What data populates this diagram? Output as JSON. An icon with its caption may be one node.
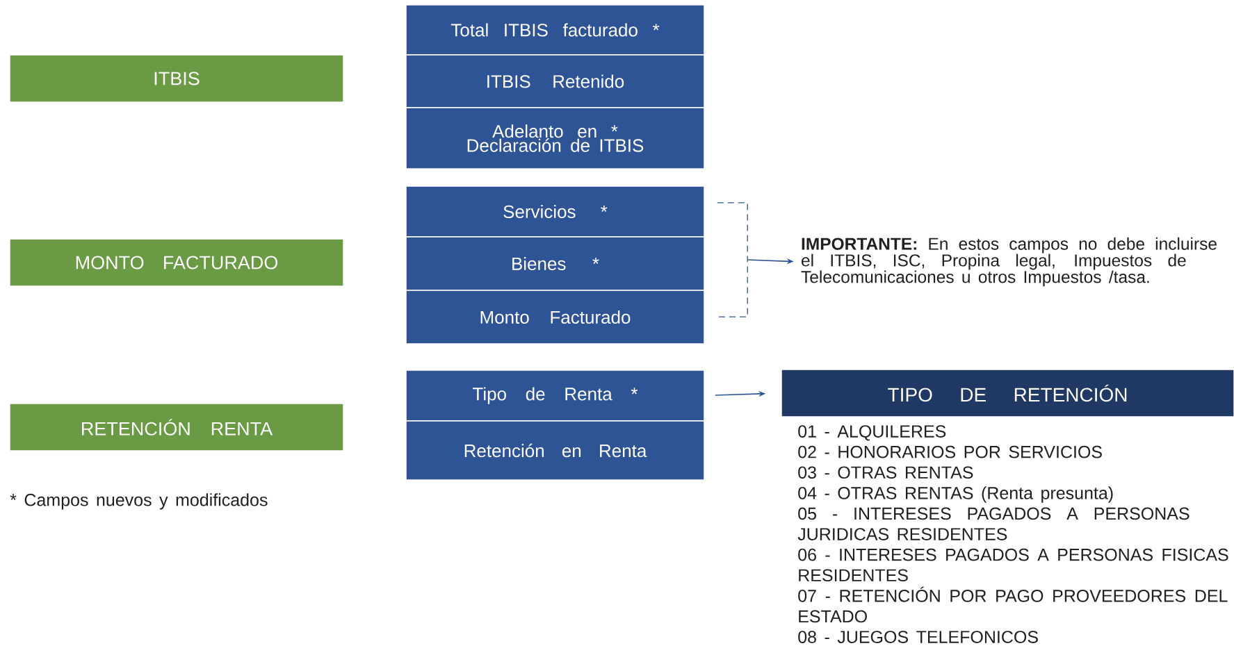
{
  "diagram": {
    "nodes": [
      {
        "text": [
          "ITBIS"
        ]
      },
      {
        "text": [
          "MONTO FACTURADO"
        ]
      },
      {
        "text": [
          "RETENCIÓN RENTA"
        ]
      },
      {
        "text": [
          "Total ITBIS facturado *"
        ]
      },
      {
        "text": [
          "ITBIS Retenido"
        ]
      },
      {
        "text": [
          "Adelanto en * Declaración de ITBIS"
        ]
      },
      {
        "text": [
          "Servicios *"
        ]
      },
      {
        "text": [
          "Bienes *"
        ]
      },
      {
        "text": [
          "Monto Facturado"
        ]
      },
      {
        "text": [],
        "shape": "bracket"
      },
      {
        "text": [
          "**IMPORTANTE:** En estos campos no debe incluirse el ITBIS, ISC, Propina legal, Impuestos de Telecomunicaciones u otros Impuestos /tasa."
        ]
      },
      {
        "text": [
          "Tipo de Renta *"
        ]
      },
      {
        "text": [
          "Retención en Renta"
        ]
      },
      {
        "text": [
          "TIPO DE RETENCIÓN"
        ]
      }
    ],
    "edges": [
      {
        "from": 9,
        "to": 10,
        "arrow": "to"
      },
      {
        "from": 11,
        "to": 13,
        "arrow": "to"
      }
    ],
    "labels": [
      "* Campos nuevos y modificados",
      "01 - ALQUILERES",
      "02 - HONORARIOS POR SERVICIOS",
      "03 - OTRAS RENTAS",
      "04 - OTRAS RENTAS (Renta presunta)",
      "05 - INTERESES PAGADOS A PERSONAS JURIDICAS RESIDENTES",
      "06 - INTERESES PAGADOS A PERSONAS FISICAS RESIDENTES",
      "07 - RETENCIÓN POR PAGO PROVEEDORES DEL ESTADO",
      "08 - JUEGOS TELEFONICOS"
    ]
  }
}
